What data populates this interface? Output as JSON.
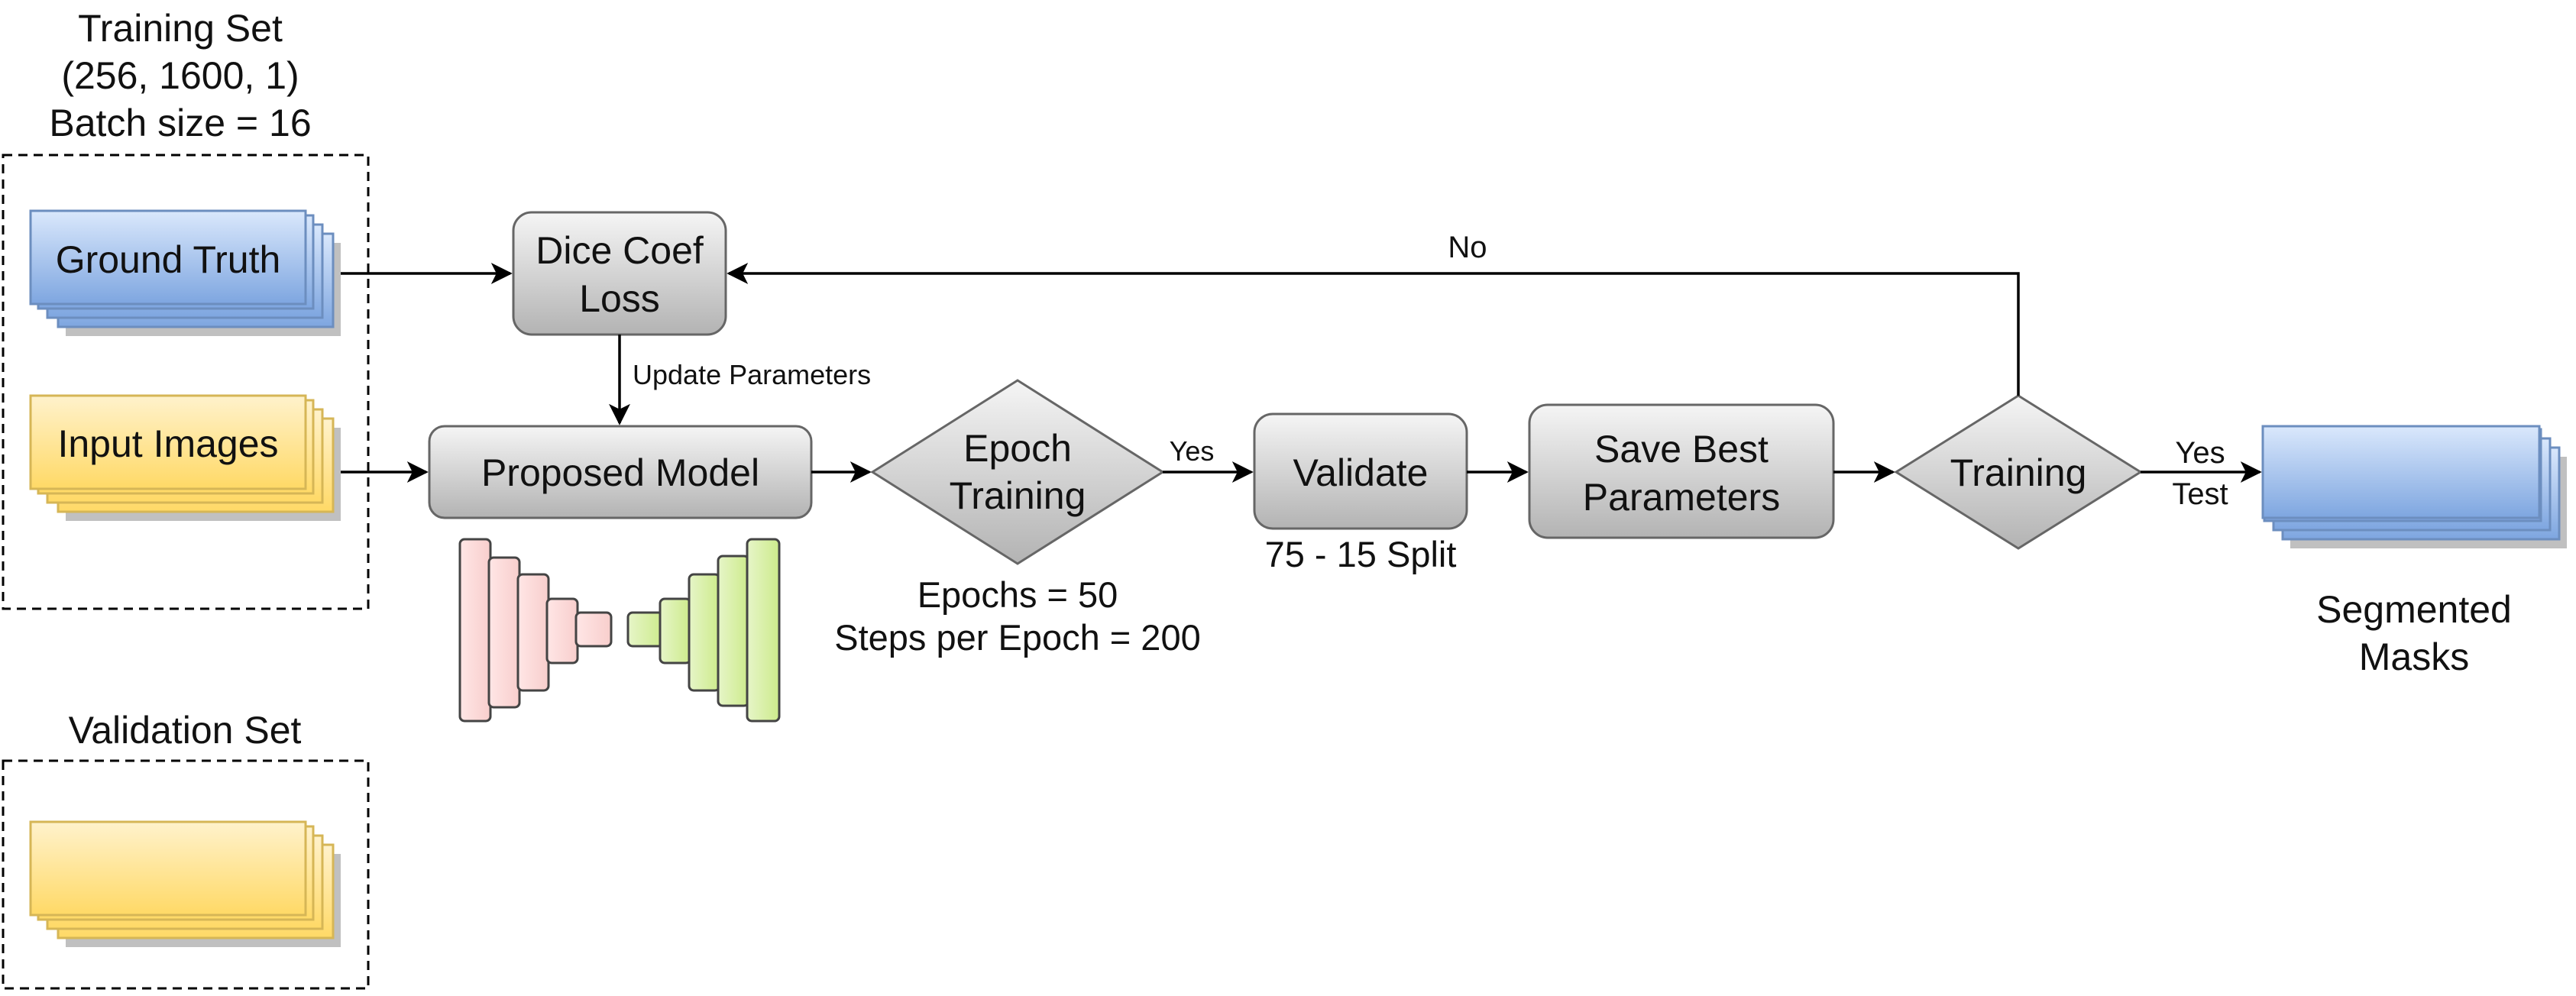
{
  "training_set": {
    "title_line1": "Training Set",
    "title_line2": "(256, 1600, 1)",
    "title_line3": "Batch size = 16",
    "ground_truth_label": "Ground Truth",
    "input_images_label": "Input Images"
  },
  "validation_set": {
    "title": "Validation Set"
  },
  "nodes": {
    "dice_loss_line1": "Dice Coef",
    "dice_loss_line2": "Loss",
    "proposed_model": "Proposed Model",
    "epoch_training_line1": "Epoch",
    "epoch_training_line2": "Training",
    "validate": "Validate",
    "save_best_line1": "Save Best",
    "save_best_line2": "Parameters",
    "training_decision": "Training"
  },
  "edge_labels": {
    "update_parameters": "Update Parameters",
    "yes_to_validate": "Yes",
    "no_feedback": "No",
    "yes_out": "Yes",
    "test_out": "Test"
  },
  "annotations": {
    "epochs": "Epochs = 50",
    "steps_per_epoch": "Steps per Epoch = 200",
    "split": "75 - 15 Split",
    "segmented_line1": "Segmented",
    "segmented_line2": "Masks"
  },
  "colors": {
    "blue_top": "#dae8fc",
    "blue_bottom": "#7ea6e0",
    "blue_stroke": "#6c8ebf",
    "yellow_top": "#fff2cc",
    "yellow_bottom": "#ffd966",
    "yellow_stroke": "#d6b656",
    "gray_top": "#f5f5f5",
    "gray_bottom": "#b3b3b3",
    "gray_stroke": "#666666",
    "pink": "#f8cecc",
    "green": "#cdeb8b"
  }
}
